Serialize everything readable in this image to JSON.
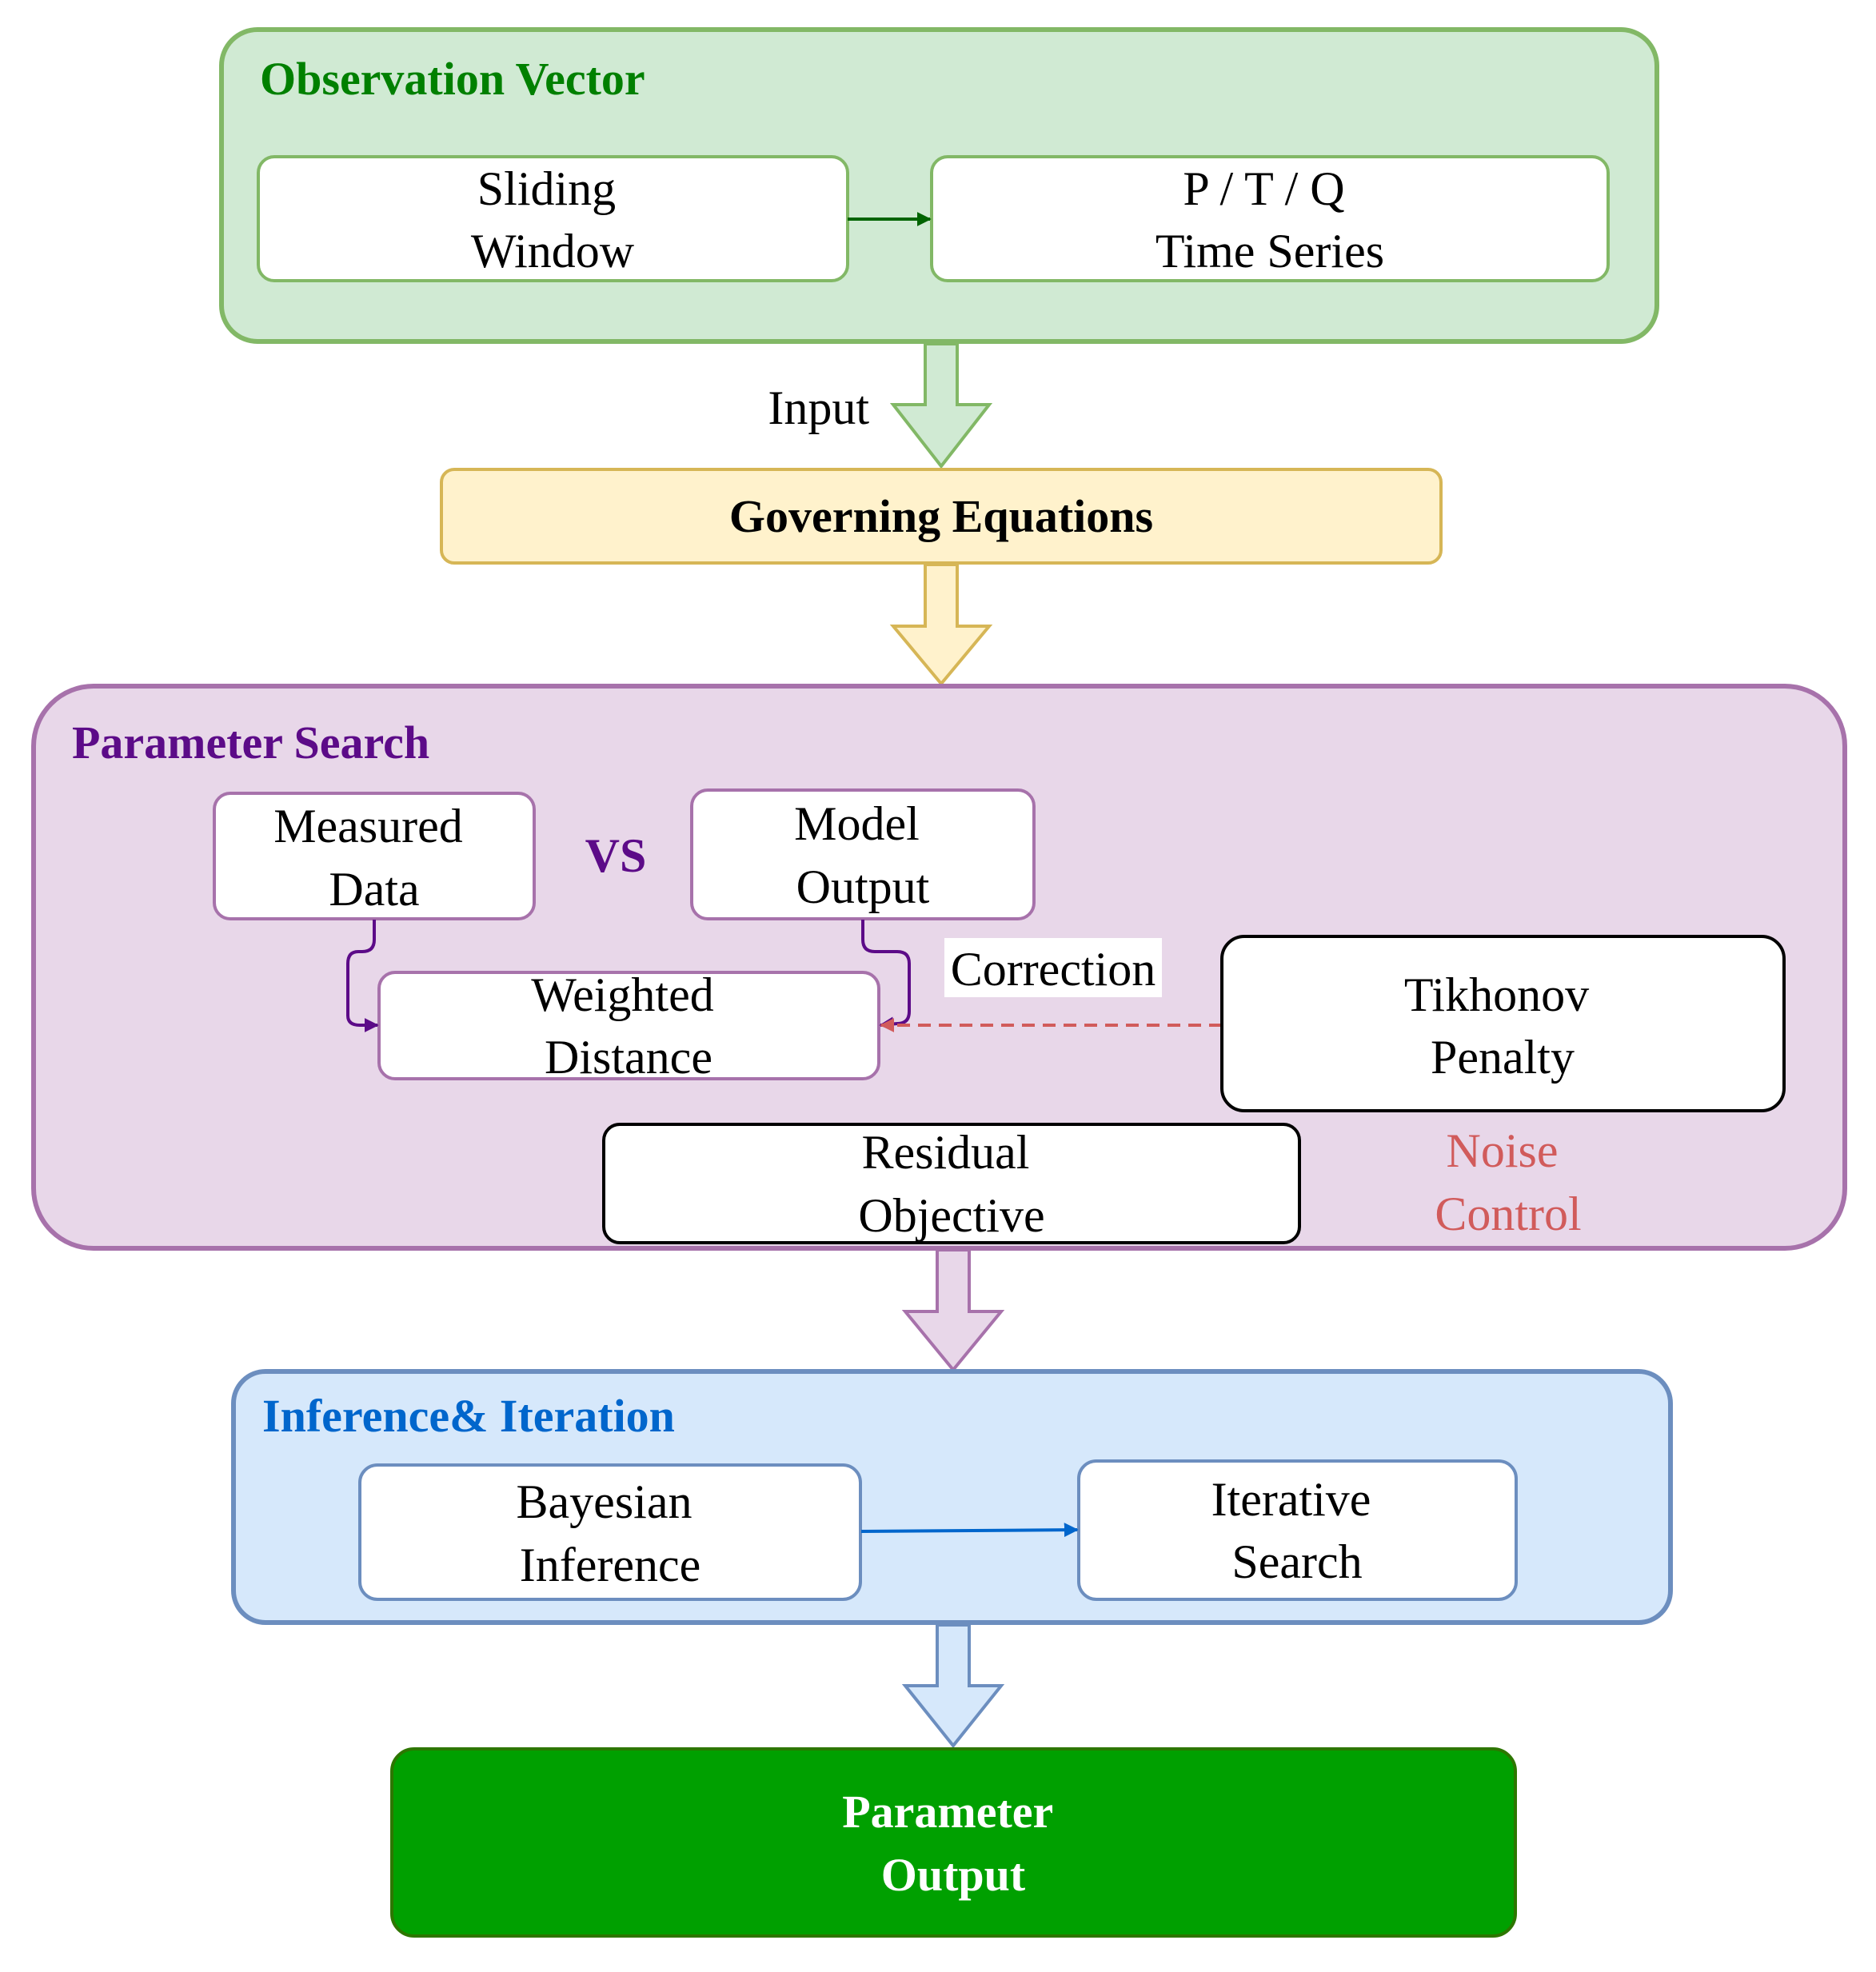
{
  "colors": {
    "green_fill": "#d0ead3",
    "green_stroke": "#82b866",
    "green_title": "#008000",
    "yellow_fill": "#fff2cc",
    "yellow_stroke": "#d6b656",
    "purple_fill": "#e8d7e9",
    "purple_stroke": "#a772ab",
    "purple_title": "#5c0b88",
    "blue_fill": "#d6e8fb",
    "blue_stroke": "#6c8ebf",
    "blue_title": "#0066cc",
    "output_fill": "#00a000",
    "output_stroke": "#2d7600",
    "red_text": "#d15b5b",
    "dark_green_arrow": "#006400"
  },
  "observation": {
    "title": "Observation Vector",
    "sliding_window": [
      "Sliding",
      "Window"
    ],
    "time_series": [
      "P / T / Q",
      "Time Series"
    ]
  },
  "input_label": "Input",
  "governing": {
    "title": "Governing Equations"
  },
  "parameter_search": {
    "title": "Parameter Search",
    "measured": [
      "Measured",
      "Data"
    ],
    "vs_label": "VS",
    "model": [
      "Model",
      "Output"
    ],
    "weighted": [
      "Weighted",
      "Distance"
    ],
    "correction_label": "Correction",
    "tikhonov": [
      "Tikhonov",
      "Penalty"
    ],
    "residual": [
      "Residual",
      "Objective"
    ],
    "noise": [
      "Noise",
      "Control"
    ]
  },
  "inference": {
    "title": "Inference& Iteration",
    "bayesian": [
      "Bayesian",
      "Inference"
    ],
    "iterative": [
      "Iterative",
      "Search"
    ]
  },
  "output": {
    "title": [
      "Parameter",
      "Output"
    ]
  }
}
